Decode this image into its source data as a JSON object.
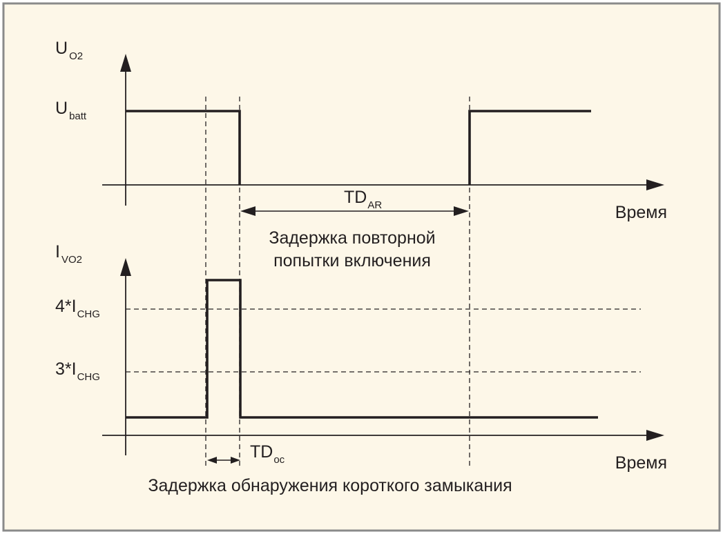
{
  "colors": {
    "background": "#fdf7e8",
    "border": "#8a8a8a",
    "ink": "#231f20"
  },
  "top_chart": {
    "y_axis_label": "U",
    "y_axis_label_sub": "O2",
    "level_label": "U",
    "level_label_sub": "batt",
    "x_axis_label": "Время",
    "interval_label": "TD",
    "interval_label_sub": "AR",
    "interval_caption_line1": "Задержка повторной",
    "interval_caption_line2": "попытки включения"
  },
  "bottom_chart": {
    "y_axis_label": "I",
    "y_axis_label_sub": "VO2",
    "level1_prefix": "4*I",
    "level1_sub": "CHG",
    "level2_prefix": "3*I",
    "level2_sub": "CHG",
    "x_axis_label": "Время",
    "interval_label": "TD",
    "interval_label_sub": "oc",
    "interval_caption": "Задержка обнаружения короткого замыкания"
  }
}
